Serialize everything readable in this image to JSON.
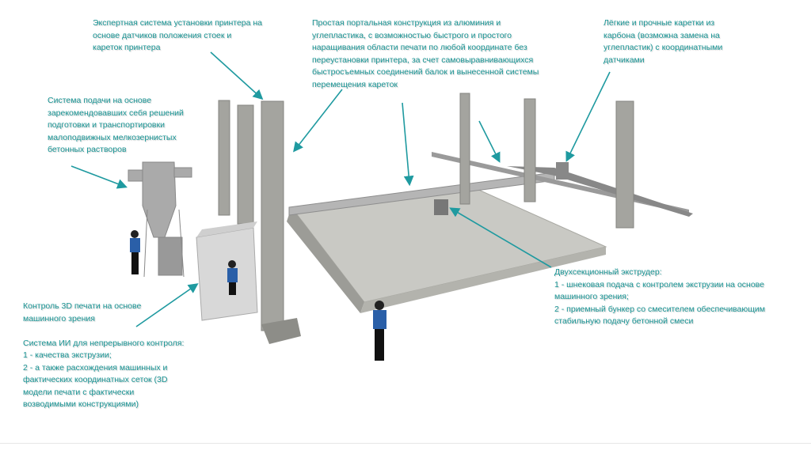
{
  "colors": {
    "annotation": "#1b9696",
    "arrow": "#1f9aa0"
  },
  "annotations": {
    "expert_system": "Экспертная система установки принтера на\nоснове датчиков положения стоек и\nкареток принтера",
    "gantry": "Простая портальная конструкция из алюминия и\nуглепластика, с возможностью быстрого и простого\nнаращивания области печати по любой координате без\nпереустановки принтера, за счет самовыравнивающихся\nбыстросъемных соединений балок и вынесенной системы\nперемещения кареток",
    "carriages": "Лёгкие и прочные каретки из\nкарбона (возможна замена на\nуглепластик) с координатными\nдатчиками",
    "feed_system": "Система подачи на основе\nзарекомендовавших себя решений\nподготовки и транспортировки\nмалоподвижных мелкозернистых\nбетонных растворов",
    "extruder": "Двухсекционный экструдер:\n1 - шнековая подача с контролем экструзии на основе\nмашинного зрения;\n2 - приемный бункер со смесителем обеспечивающим\nстабильную подачу бетонной смеси",
    "vision_control": "Контроль 3D печати на основе\nмашинного зрения\n\nСистема ИИ для непрерывного контроля:\n1 -  качества экструзии;\n2 - а также расхождения машинных и\nфактических координатных сеток (3D\nмодели печати с фактически\nвозводимыми конструкциями)"
  }
}
